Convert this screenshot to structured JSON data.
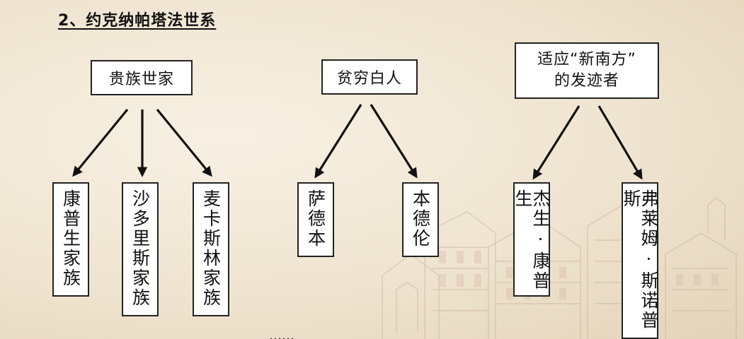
{
  "title": "2、约克纳帕塔法世系",
  "groups": [
    {
      "label_lines": [
        "贵族世家"
      ],
      "children": [
        "康普生家族",
        "沙多里斯家族",
        "麦卡斯林家族"
      ]
    },
    {
      "label_lines": [
        "贫穷白人"
      ],
      "children": [
        "萨德本",
        "本德伦"
      ]
    },
    {
      "label_lines": [
        "适应“新南方”",
        "的发迹者"
      ],
      "children": [
        "杰生·康普生",
        "弗莱姆·斯诺普斯"
      ]
    }
  ],
  "subtitle": "……"
}
